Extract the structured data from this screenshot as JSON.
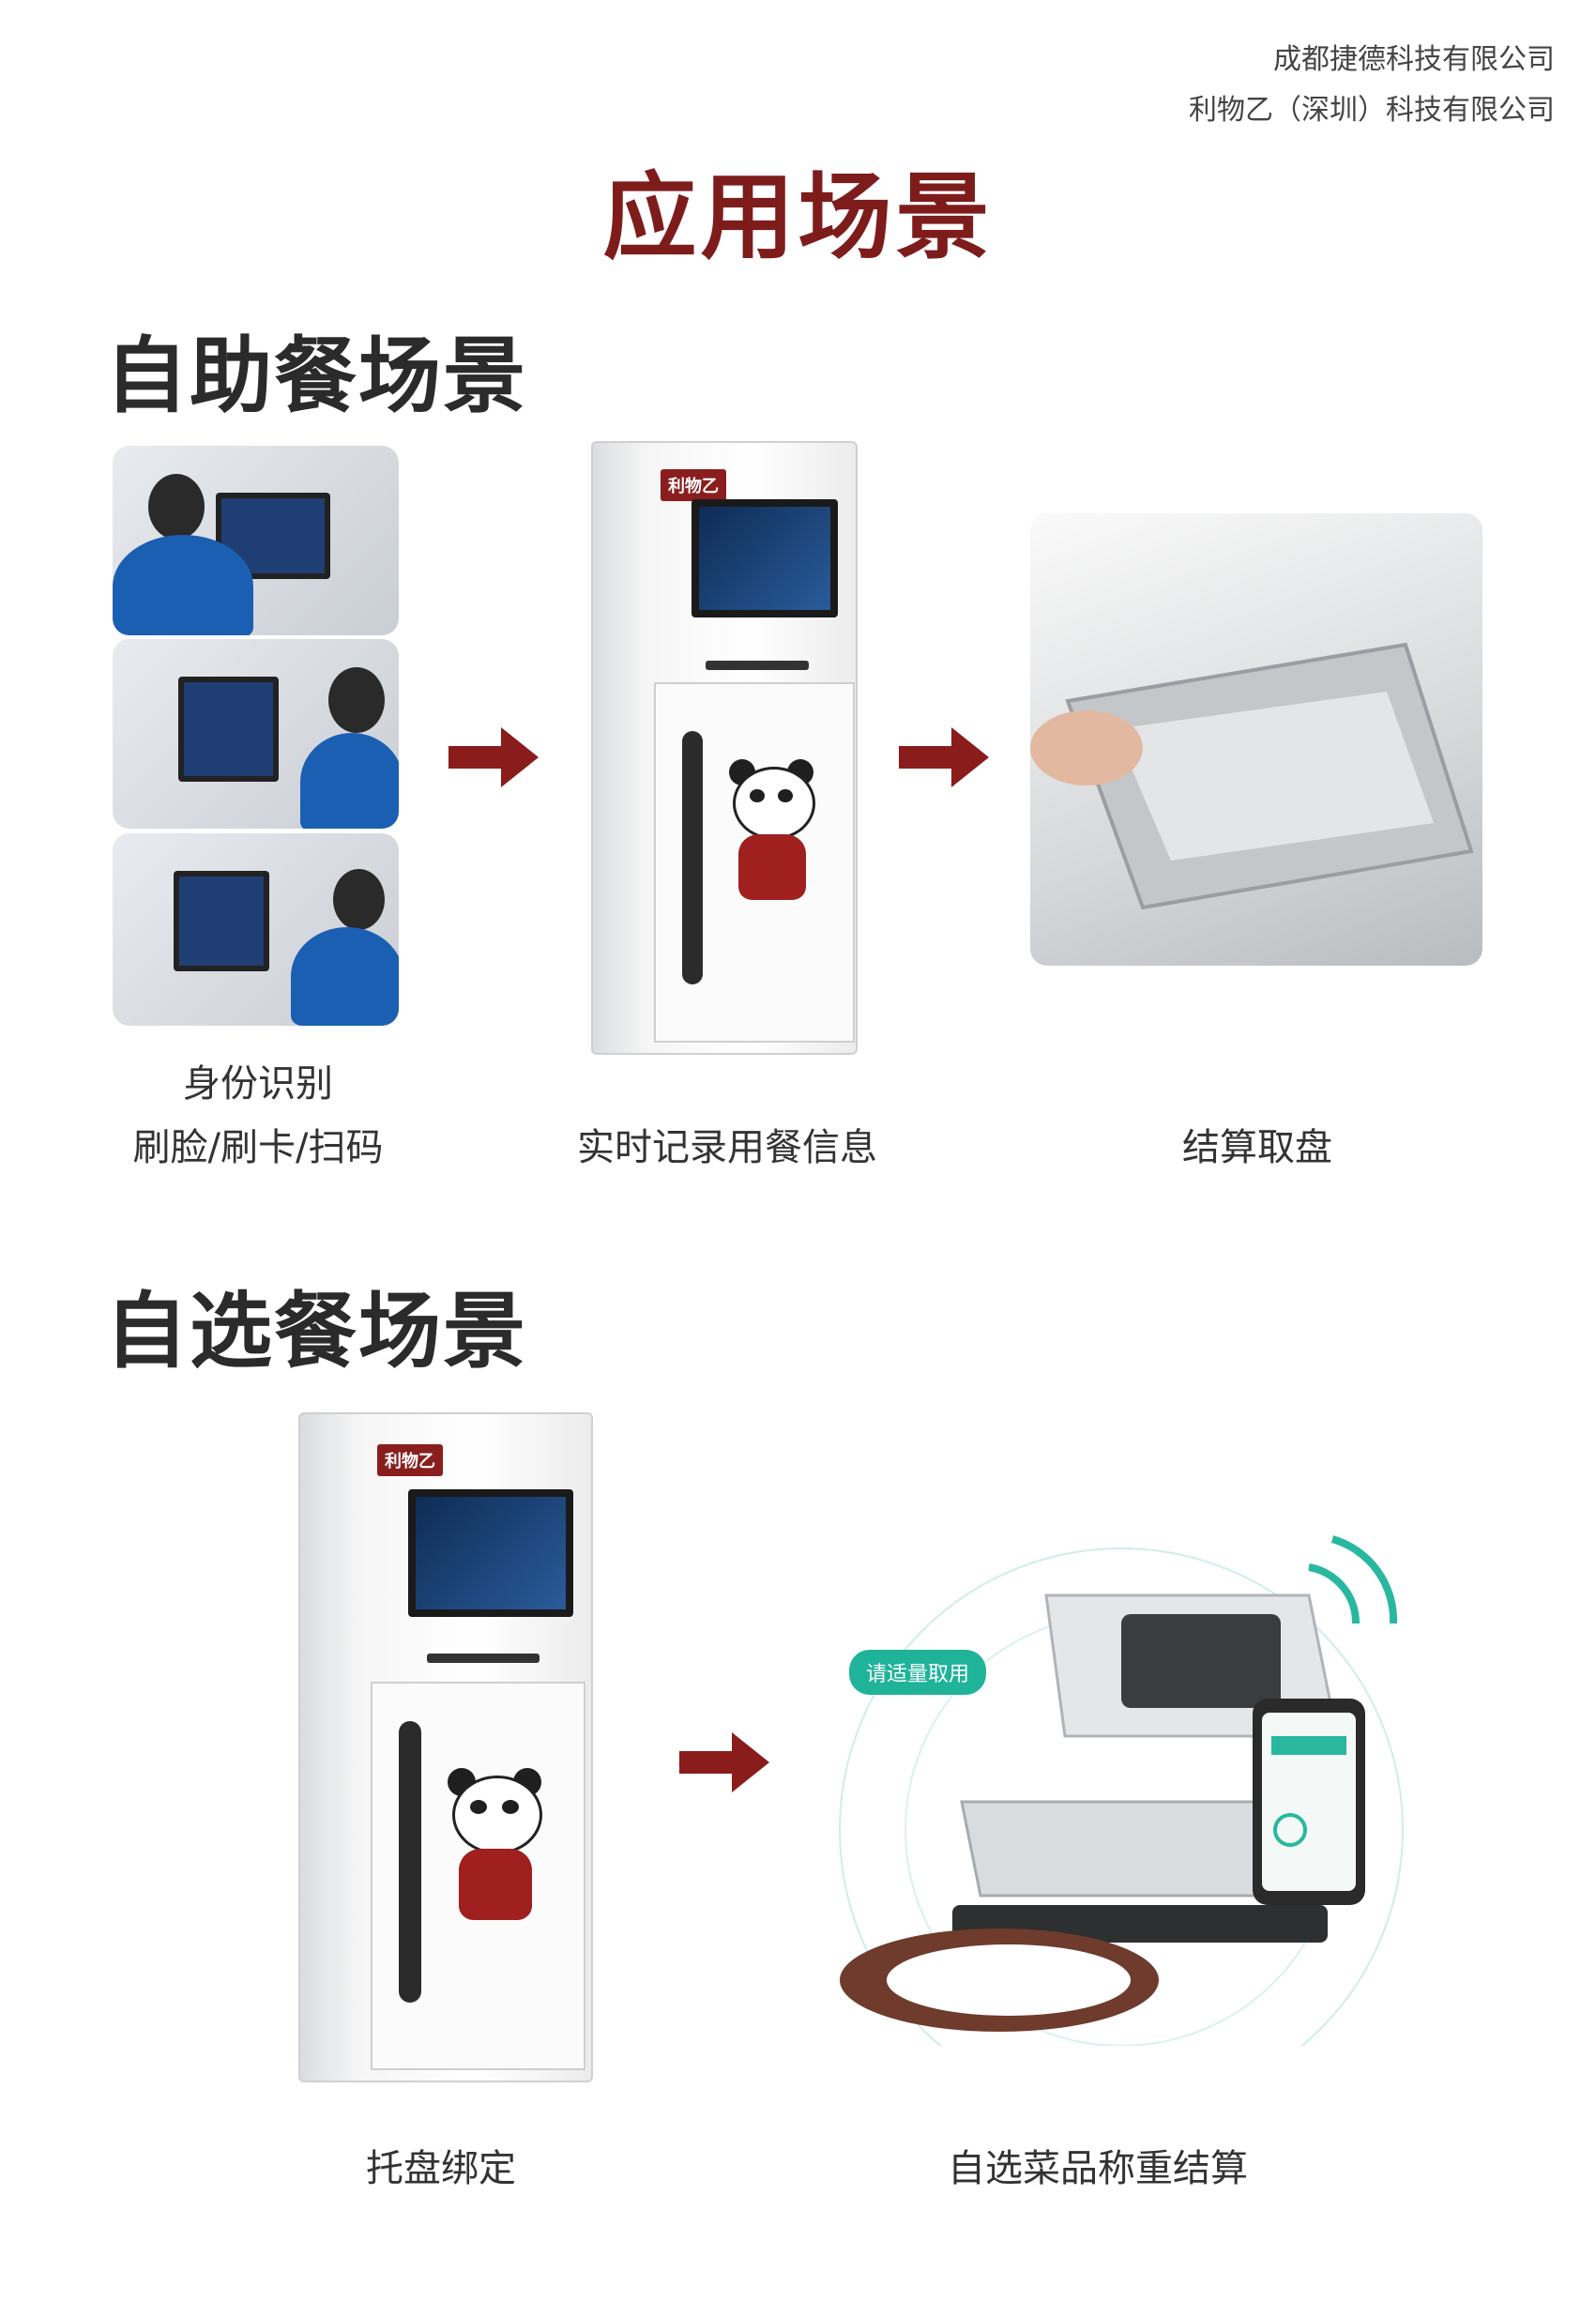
{
  "header": {
    "company_1": "成都捷德科技有限公司",
    "company_2": "利物乙（深圳）科技有限公司",
    "title": "应用场景"
  },
  "buffet": {
    "section_title": "自助餐场景",
    "caption_id_1": "身份识别",
    "caption_id_2": "刷脸/刷卡/扫码",
    "caption_record": "实时记录用餐信息",
    "caption_checkout": "结算取盘"
  },
  "selfselect": {
    "section_title": "自选餐场景",
    "caption_bind": "托盘绑定",
    "caption_weigh": "自选菜品称重结算",
    "bubble": "请适量取用"
  },
  "brand": {
    "logo_text": "利物乙",
    "accent": "#7e1c1c",
    "arrow": "#8b1c1c"
  }
}
